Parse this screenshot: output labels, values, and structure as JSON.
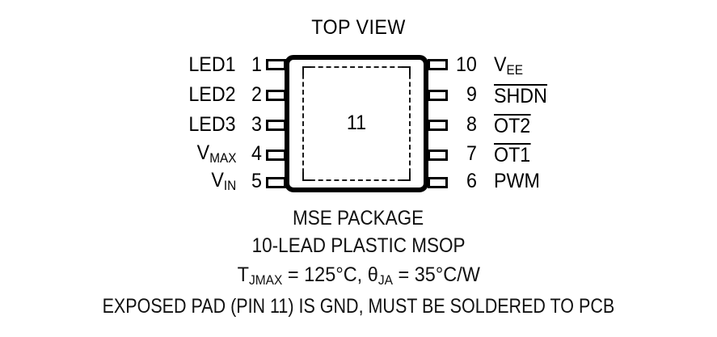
{
  "title": "TOP VIEW",
  "package": {
    "exposed_pad_number": "11"
  },
  "pins": {
    "left": [
      {
        "number": "1",
        "name": "LED1",
        "overline": false
      },
      {
        "number": "2",
        "name": "LED2",
        "overline": false
      },
      {
        "number": "3",
        "name": "LED3",
        "overline": false
      },
      {
        "number": "4",
        "name": "V",
        "subscript": "MAX",
        "overline": false
      },
      {
        "number": "5",
        "name": "V",
        "subscript": "IN",
        "overline": false
      }
    ],
    "right": [
      {
        "number": "10",
        "name": "V",
        "subscript": "EE",
        "overline": false
      },
      {
        "number": "9",
        "name": "SHDN",
        "overline": true
      },
      {
        "number": "8",
        "name": "OT2",
        "overline": true
      },
      {
        "number": "7",
        "name": "OT1",
        "overline": true
      },
      {
        "number": "6",
        "name": "PWM",
        "overline": false
      }
    ]
  },
  "captions": {
    "line1": "MSE PACKAGE",
    "line2": "10-LEAD PLASTIC MSOP",
    "line3_prefix": "T",
    "line3_sub1": "JMAX",
    "line3_mid": " = 125°C, θ",
    "line3_sub2": "JA",
    "line3_suffix": " = 35°C/W",
    "line4": "EXPOSED PAD (PIN 11) IS GND, MUST BE SOLDERED TO PCB"
  },
  "colors": {
    "ink": "#000000",
    "background": "#ffffff"
  }
}
